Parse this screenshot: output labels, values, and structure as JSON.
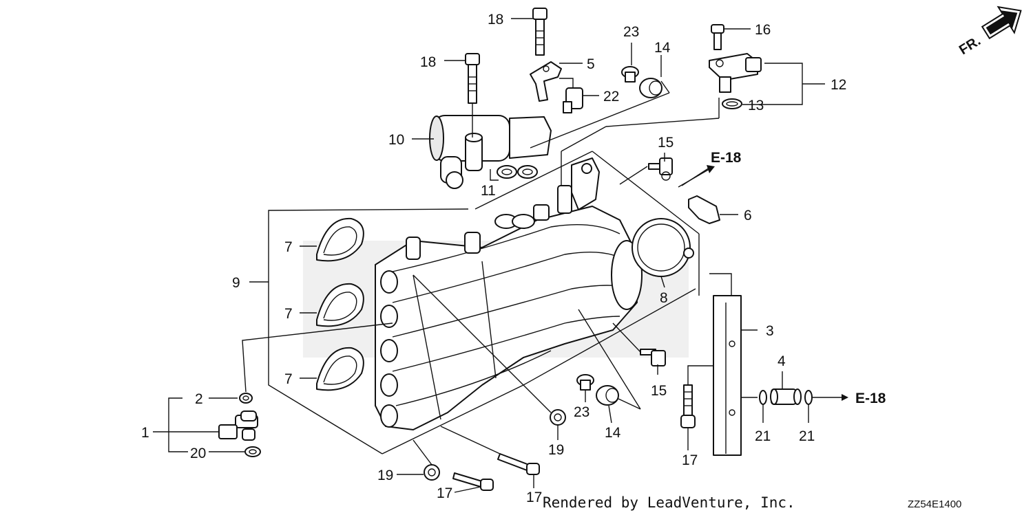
{
  "labels": {
    "l1": "1",
    "l2": "2",
    "l3": "3",
    "l4": "4",
    "l5": "5",
    "l6": "6",
    "l7a": "7",
    "l7b": "7",
    "l7c": "7",
    "l8": "8",
    "l9": "9",
    "l10": "10",
    "l11": "11",
    "l12": "12",
    "l13": "13",
    "l14a": "14",
    "l14b": "14",
    "l15a": "15",
    "l15b": "15",
    "l16": "16",
    "l17a": "17",
    "l17b": "17",
    "l17c": "17",
    "l18a": "18",
    "l18b": "18",
    "l19a": "19",
    "l19b": "19",
    "l20": "20",
    "l21a": "21",
    "l21b": "21",
    "l22": "22",
    "l23a": "23",
    "l23b": "23"
  },
  "refs": {
    "top": "E-18",
    "right": "E-18"
  },
  "direction": "FR.",
  "footer": {
    "credit": "Rendered by LeadVenture, Inc.",
    "code": "ZZ54E1400"
  },
  "colors": {
    "line": "#111111",
    "background": "#ffffff",
    "shade": "#e9e9e9"
  }
}
